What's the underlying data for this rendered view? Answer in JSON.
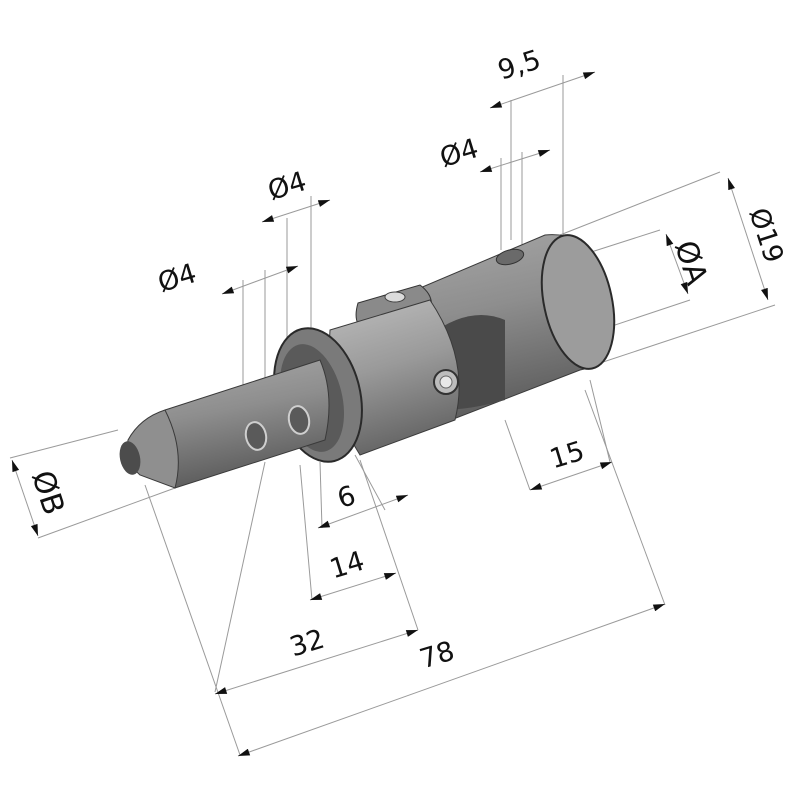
{
  "drawing": {
    "subject": "universal joint (single) — isometric technical drawing",
    "colors": {
      "background": "#ffffff",
      "part_body": "#8a8a8a",
      "part_dark": "#5e5e5e",
      "part_light": "#b9b9b9",
      "dimension_line": "#9a9a9a",
      "text": "#111111"
    },
    "dimensions": {
      "d_9_5": "9,5",
      "d_hole_top": "Ø4",
      "d_hole_mid": "Ø4",
      "d_hole_left": "Ø4",
      "d_19": "Ø19",
      "d_A": "ØA",
      "d_B": "ØB",
      "d_15": "15",
      "d_6": "6",
      "d_14": "14",
      "d_32": "32",
      "d_78": "78"
    }
  }
}
